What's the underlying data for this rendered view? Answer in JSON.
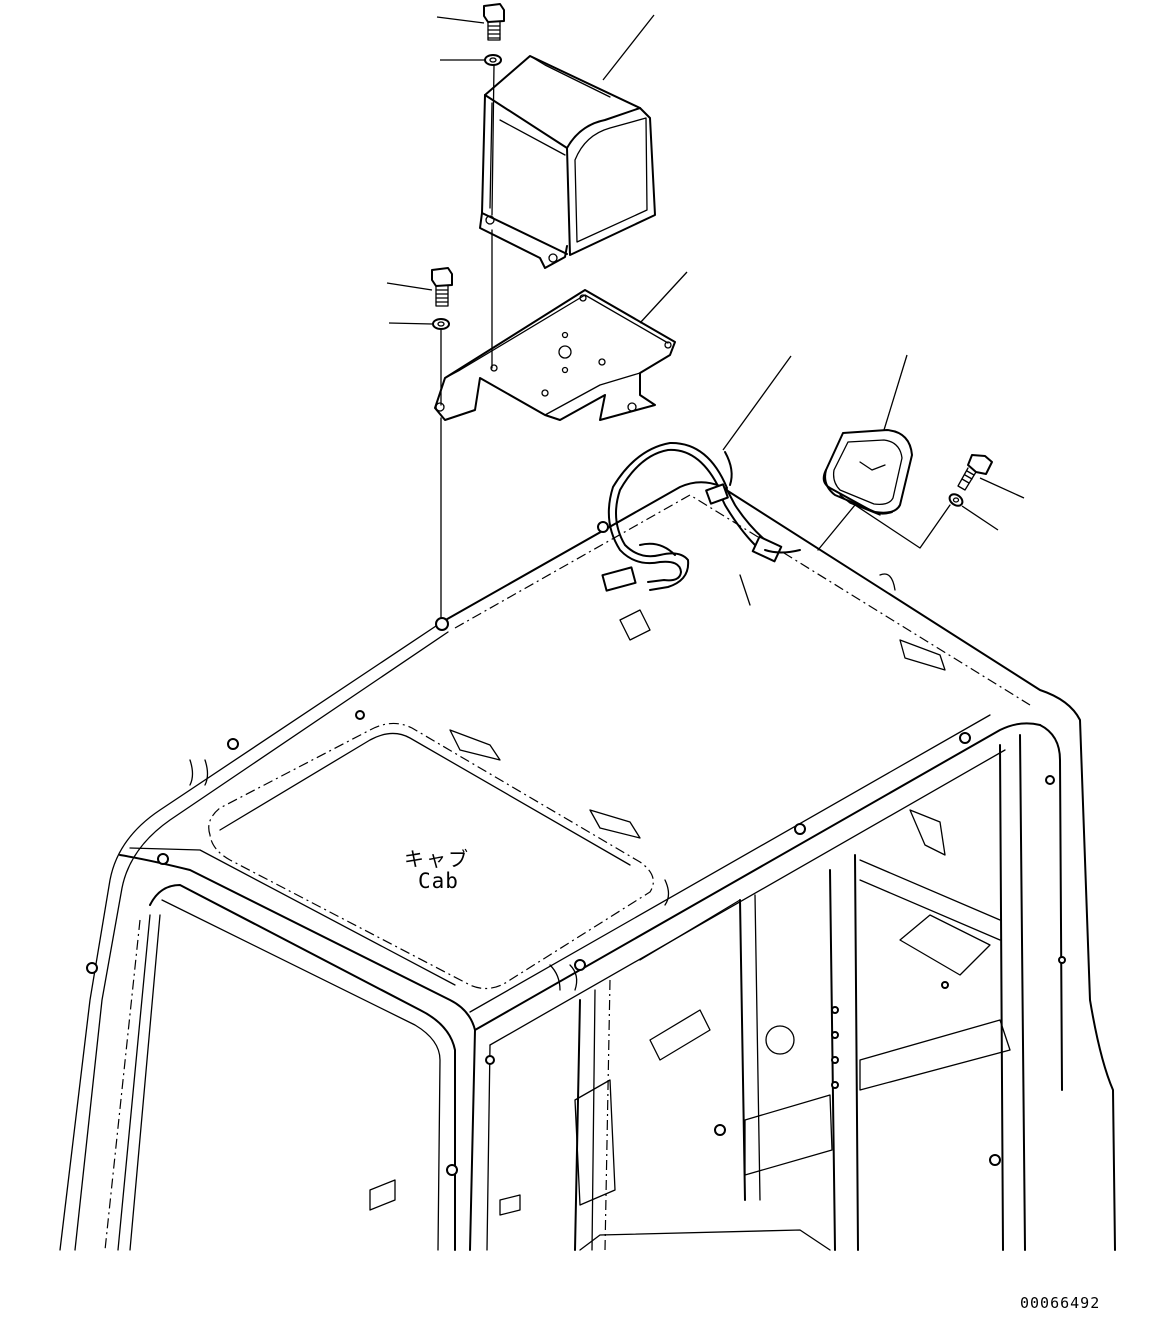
{
  "labels": {
    "cab_japanese": "キャブ",
    "cab_english": "Cab"
  },
  "drawing_number": "00066492",
  "parts": [
    "bolt-top",
    "washer-top",
    "cover-box",
    "bolt-left",
    "washer-left",
    "mounting-bracket",
    "wiring-harness",
    "lamp",
    "bolt-right",
    "washer-right",
    "cab"
  ],
  "colors": {
    "line": "#000000",
    "background": "#ffffff"
  }
}
